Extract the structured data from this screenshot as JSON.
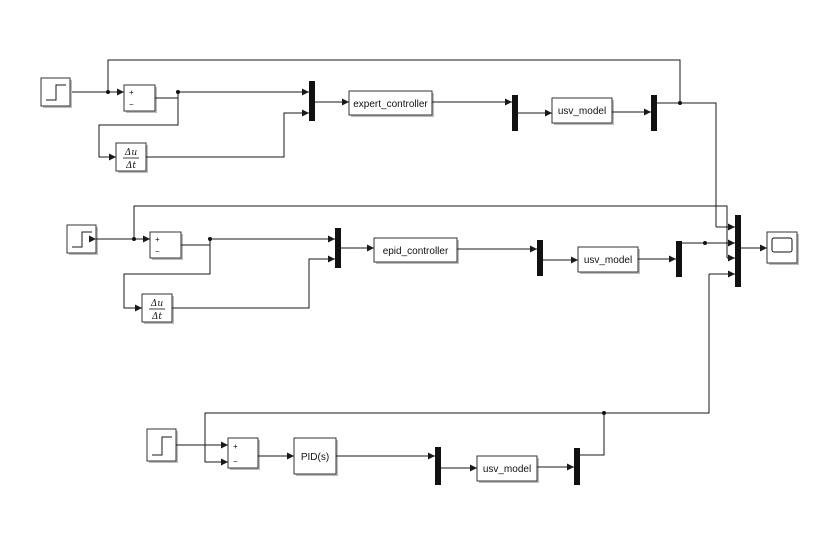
{
  "rows": [
    {
      "controller_label": "expert_controller",
      "plant_label": "usv_model",
      "derivative": {
        "numerator": "Δu",
        "denominator": "Δt"
      },
      "sum_signs": [
        "+",
        "−"
      ]
    },
    {
      "controller_label": "epid_controller",
      "plant_label": "usv_model",
      "derivative": {
        "numerator": "Δu",
        "denominator": "Δt"
      },
      "sum_signs": [
        "+",
        "−"
      ]
    },
    {
      "controller_label": "PID(s)",
      "plant_label": "usv_model",
      "sum_signs": [
        "+",
        "−"
      ]
    }
  ],
  "icons": {
    "step": "step-icon",
    "scope": "scope-icon",
    "mux": "mux-bar",
    "demux": "demux-bar"
  },
  "colors": {
    "wire": "#1a1a1a",
    "block_border": "#333333",
    "block_shadow": "#bdbdbd"
  }
}
